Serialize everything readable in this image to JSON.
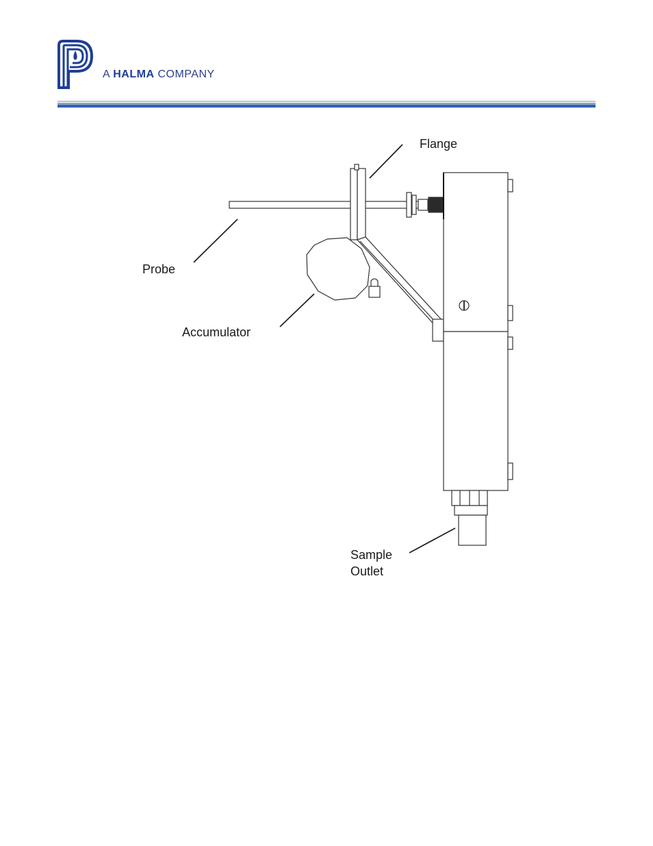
{
  "header": {
    "logo_letter": "P",
    "tagline_prefix": "A",
    "tagline_brand": "HALMA",
    "tagline_suffix": "COMPANY",
    "colors": {
      "logo_blue": "#1e3f95",
      "accent_rule": "#2f62b6"
    }
  },
  "diagram": {
    "labels": {
      "flange": "Flange",
      "probe": "Probe",
      "accumulator": "Accumulator",
      "sample_line1": "Sample",
      "sample_line2": "Outlet"
    }
  }
}
